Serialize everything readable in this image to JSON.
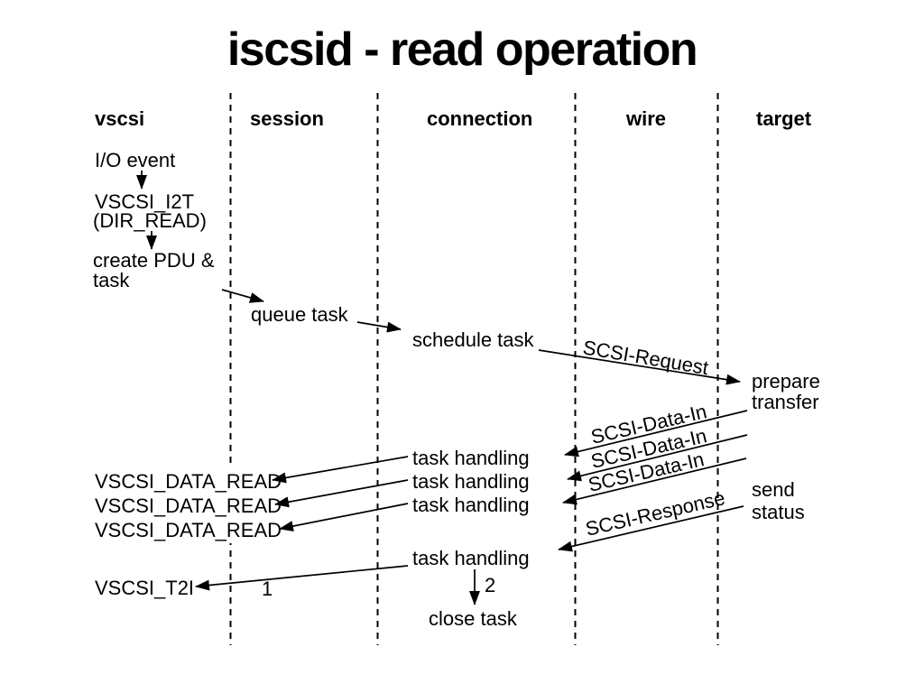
{
  "title": "iscsid - read operation",
  "colors": {
    "text": "#000000",
    "background": "#ffffff"
  },
  "lane_headers": [
    {
      "label": "vscsi"
    },
    {
      "label": "session"
    },
    {
      "label": "connection"
    },
    {
      "label": "wire"
    },
    {
      "label": "target"
    }
  ],
  "vscsi_column": {
    "io_event": "I/O event",
    "i2t_call": "VSCSI_I2T",
    "i2t_arg": "(DIR_READ)",
    "create_pdu_line1": "create PDU &",
    "create_pdu_line2": "task",
    "data_read_1": "VSCSI_DATA_READ",
    "data_read_2": "VSCSI_DATA_READ",
    "data_read_3": "VSCSI_DATA_READ",
    "t2i_call": "VSCSI_T2I"
  },
  "session_column": {
    "queue_task": "queue task"
  },
  "connection_column": {
    "schedule_task": "schedule task",
    "task_handling_1": "task handling",
    "task_handling_2": "task handling",
    "task_handling_3": "task handling",
    "task_handling_4": "task handling",
    "close_task": "close task",
    "step_2": "2"
  },
  "wire_messages": {
    "request": "SCSI-Request",
    "data_in_1": "SCSI-Data-In",
    "data_in_2": "SCSI-Data-In",
    "data_in_3": "SCSI-Data-In",
    "response": "SCSI-Response"
  },
  "target_column": {
    "prepare_line1": "prepare",
    "prepare_line2": "transfer",
    "send_line1": "send",
    "send_line2": "status"
  },
  "annotations": {
    "step_1": "1"
  }
}
